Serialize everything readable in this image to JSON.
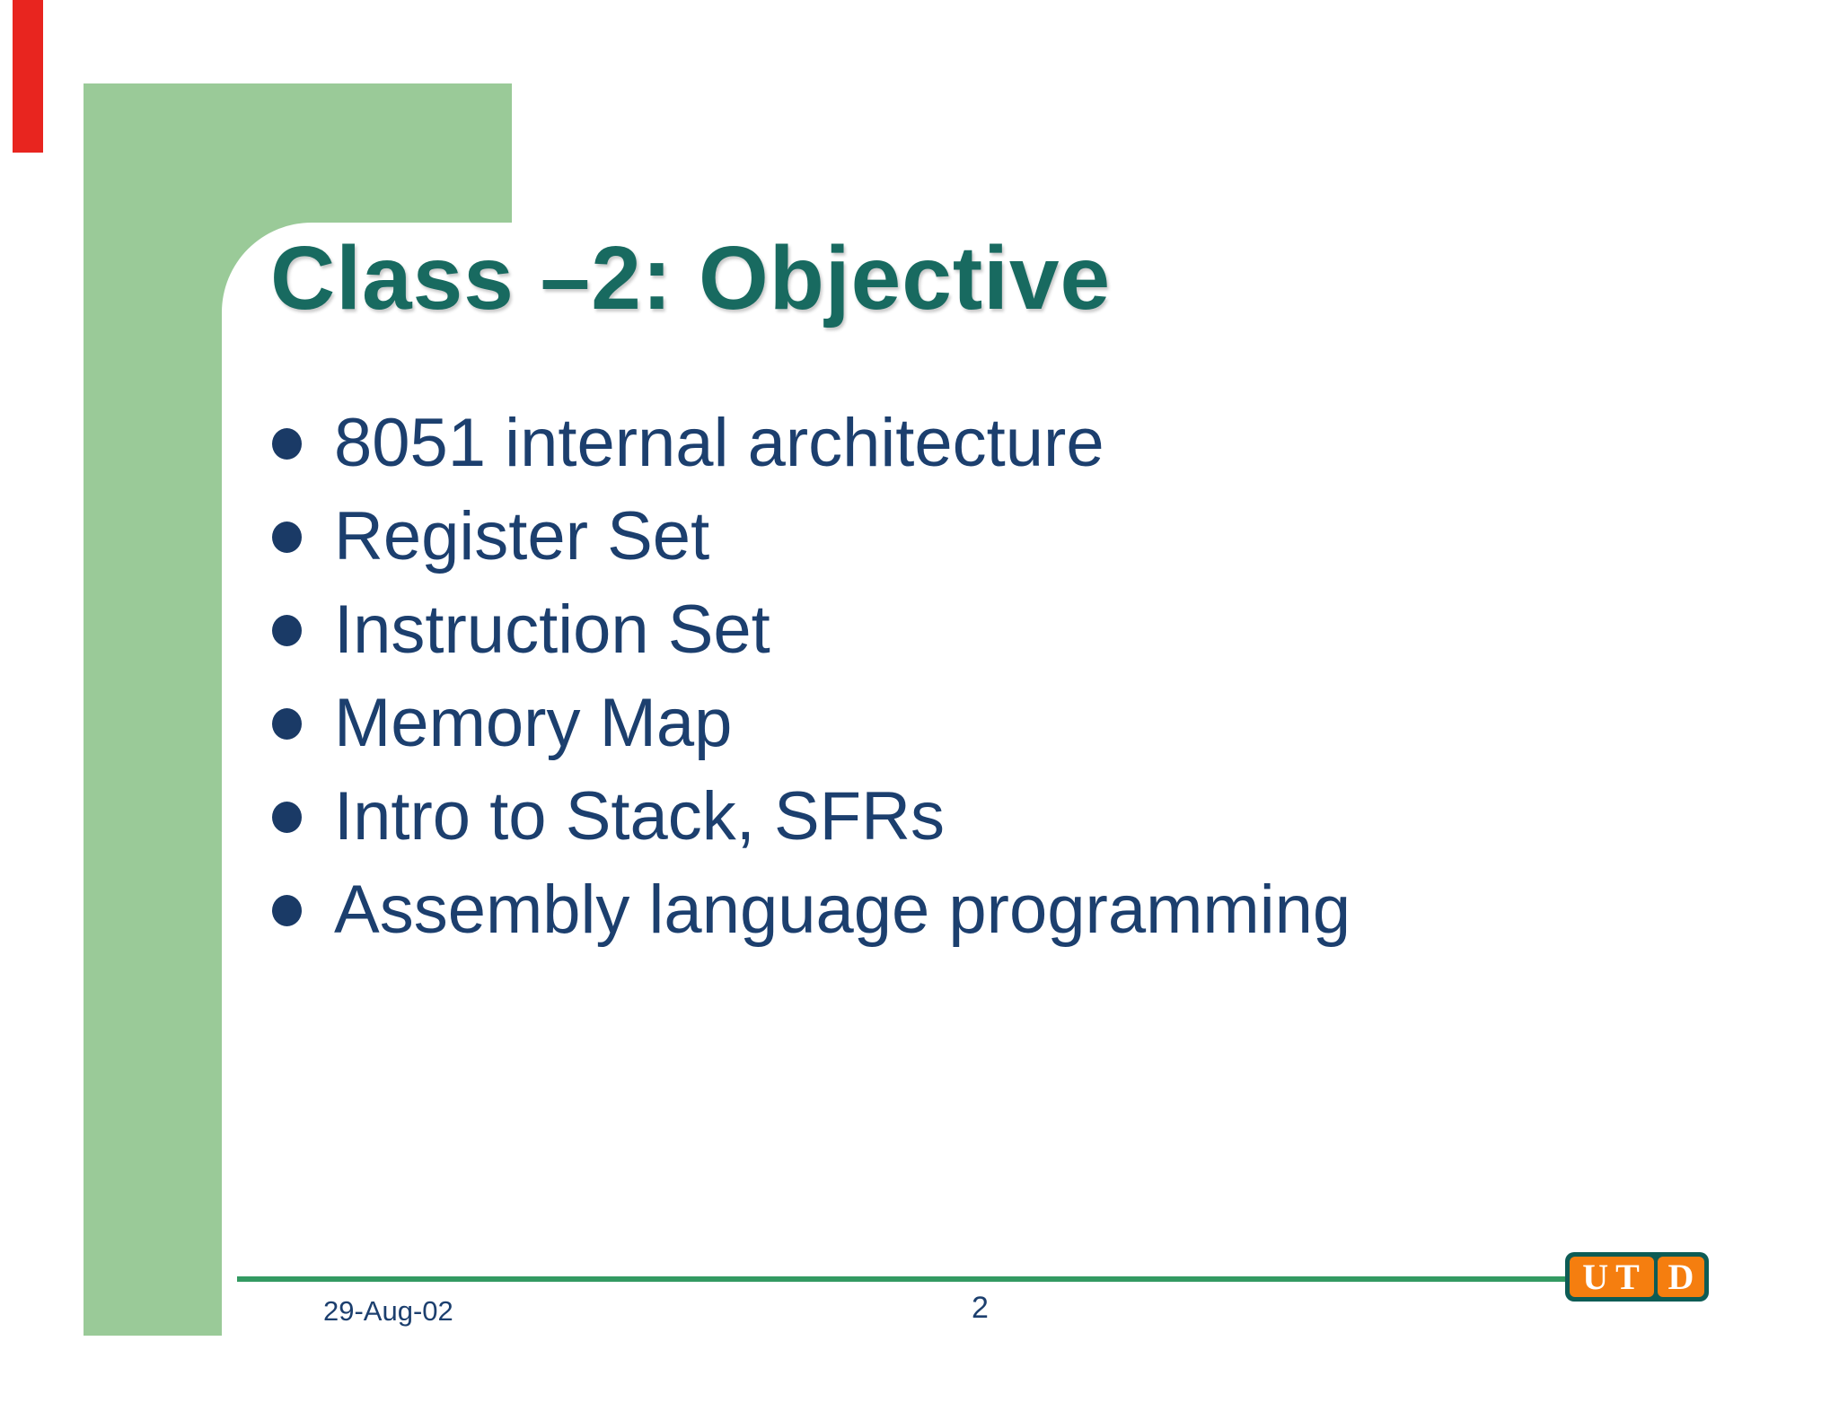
{
  "slide": {
    "title": "Class –2: Objective",
    "bullets": [
      "8051 internal architecture",
      "Register Set",
      "Instruction Set",
      "Memory Map",
      "Intro to Stack, SFRs",
      "Assembly language programming"
    ],
    "footer": {
      "date": "29-Aug-02",
      "page_number": "2"
    },
    "logo": {
      "left_text": "UT",
      "right_text": "D"
    },
    "colors": {
      "title_teal": "#186a60",
      "body_navy": "#1c3f6e",
      "background_sage_green": "#9aca98",
      "footer_line_green": "#339a62",
      "accent_red_bar": "#e8251f",
      "logo_orange": "#f57e0f",
      "logo_border_teal": "#0d5c55"
    }
  }
}
